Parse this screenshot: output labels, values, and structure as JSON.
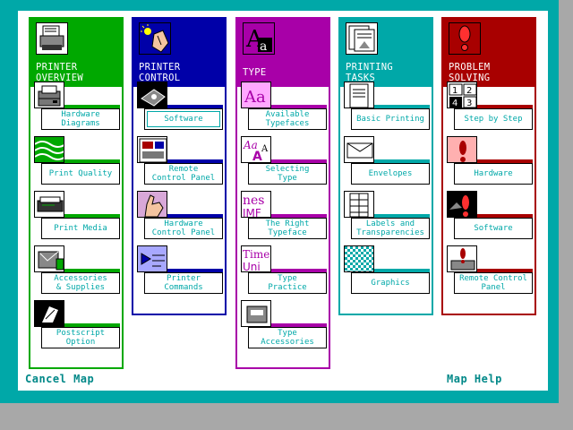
{
  "columns": [
    {
      "title": "PRINTER\nOVERVIEW",
      "color": "#00a800",
      "head_icon": "printer-icon",
      "items": [
        {
          "label": "Hardware\nDiagrams",
          "icon": "printer-diagram-icon"
        },
        {
          "label": "Print Quality",
          "icon": "wave-pattern-icon"
        },
        {
          "label": "Print Media",
          "icon": "paper-cassette-icon"
        },
        {
          "label": "Accessories\n& Supplies",
          "icon": "accessory-icon"
        },
        {
          "label": "Postscript\nOption",
          "icon": "postscript-icon"
        }
      ]
    },
    {
      "title": "PRINTER\nCONTROL",
      "color": "#0000a8",
      "head_icon": "control-panel-hand-icon",
      "items": [
        {
          "label": "Software",
          "icon": "software-hand-icon",
          "selected": true
        },
        {
          "label": "Remote\nControl Panel",
          "icon": "remote-panel-icon"
        },
        {
          "label": "Hardware\nControl Panel",
          "icon": "hand-pointer-icon"
        },
        {
          "label": "Printer\nCommands",
          "icon": "commands-icon"
        }
      ]
    },
    {
      "title": "TYPE",
      "color": "#a800a8",
      "head_icon": "typeface-aa-icon",
      "items": [
        {
          "label": "Available\nTypefaces",
          "icon": "aa-text-icon"
        },
        {
          "label": "Selecting\nType",
          "icon": "select-type-icon"
        },
        {
          "label": "The Right\nTypeface",
          "icon": "font-sample-icon"
        },
        {
          "label": "Type\nPractice",
          "icon": "times-univers-icon"
        },
        {
          "label": "Type\nAccessories",
          "icon": "font-cartridge-icon"
        }
      ]
    },
    {
      "title": "PRINTING\nTASKS",
      "color": "#00a8a8",
      "head_icon": "document-tasks-icon",
      "items": [
        {
          "label": "Basic Printing",
          "icon": "page-icon"
        },
        {
          "label": "Envelopes",
          "icon": "envelope-icon"
        },
        {
          "label": "Labels and\nTransparencies",
          "icon": "labels-sheet-icon"
        },
        {
          "label": "Graphics",
          "icon": "checker-graphics-icon"
        }
      ]
    },
    {
      "title": "PROBLEM\nSOLVING",
      "color": "#a80000",
      "head_icon": "exclamation-icon",
      "items": [
        {
          "label": "Step by Step",
          "icon": "numbered-steps-icon"
        },
        {
          "label": "Hardware",
          "icon": "hardware-problem-icon"
        },
        {
          "label": "Software",
          "icon": "software-problem-icon"
        },
        {
          "label": "Remote Control\nPanel",
          "icon": "remote-problem-icon"
        }
      ]
    }
  ],
  "footer": {
    "cancel_label": "Cancel Map",
    "help_label": "Map Help"
  }
}
